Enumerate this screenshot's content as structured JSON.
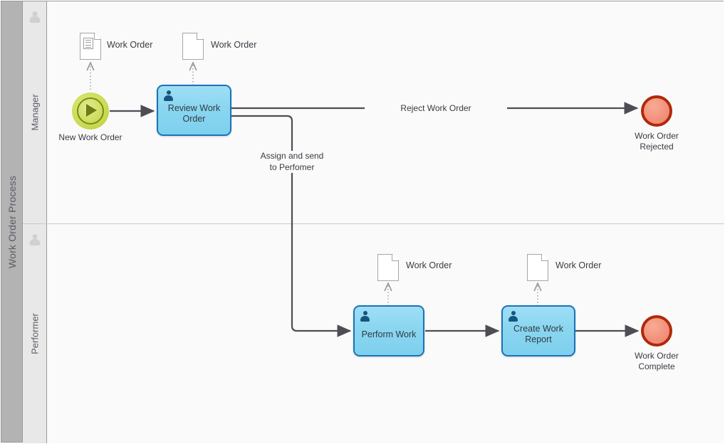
{
  "pool": {
    "label": "Work Order Process",
    "lanes": [
      {
        "id": "manager",
        "label": "Manager",
        "icon": "person-icon"
      },
      {
        "id": "performer",
        "label": "Performer",
        "icon": "person-icon"
      }
    ]
  },
  "colors": {
    "task_fill": "#8ad6f0",
    "task_border": "#1a74b8",
    "start_fill": "#cbdc55",
    "start_border": "#7e8a16",
    "end_fill": "#f2907a",
    "end_border": "#b0290a",
    "pool_header": "#b3b3b3",
    "lane_header": "#e8e8e8",
    "canvas": "#fafafa",
    "connector": "#4d4d55",
    "association": "#9a9a9a"
  },
  "events": {
    "start": {
      "name": "New Work Order",
      "type": "start-event",
      "icon": "play-triangle-icon"
    },
    "end_rejected": {
      "name": "Work Order Rejected",
      "type": "end-event"
    },
    "end_complete": {
      "name": "Work Order Complete",
      "type": "end-event"
    }
  },
  "tasks": [
    {
      "id": "review",
      "label": "Review Work Order",
      "lane": "manager",
      "icon": "user-task-icon"
    },
    {
      "id": "perform",
      "label": "Perform Work",
      "lane": "performer",
      "icon": "user-task-icon"
    },
    {
      "id": "report",
      "label": "Create Work Report",
      "lane": "performer",
      "icon": "user-task-icon"
    }
  ],
  "data_objects": [
    {
      "id": "do1",
      "label": "Work Order",
      "variant": "document-with-lines"
    },
    {
      "id": "do2",
      "label": "Work Order",
      "variant": "plain"
    },
    {
      "id": "do3",
      "label": "Work Order",
      "variant": "plain"
    },
    {
      "id": "do4",
      "label": "Work Order",
      "variant": "plain"
    }
  ],
  "flows": [
    {
      "id": "f1",
      "label": ""
    },
    {
      "id": "f2",
      "label": "Reject Work Order"
    },
    {
      "id": "f3",
      "label": "Assign and send\nto Perfomer",
      "line1": "Assign and send",
      "line2": "to Perfomer"
    },
    {
      "id": "f4",
      "label": ""
    },
    {
      "id": "f5",
      "label": ""
    }
  ]
}
